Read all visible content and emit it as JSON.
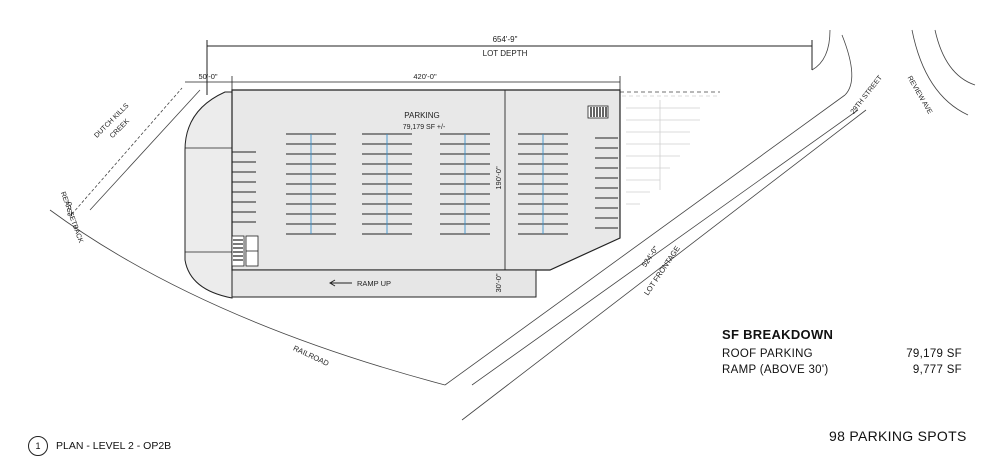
{
  "dimensions": {
    "lot_depth_value": "654'-9\"",
    "lot_depth_label": "LOT DEPTH",
    "left_setback": "50'-0\"",
    "building_length": "420'-0\"",
    "building_depth": "190'-0\"",
    "ramp_depth": "30'-0\"",
    "rear_setback_value": "25'-0\"",
    "rear_setback_label": "REAR SETBACK",
    "lot_frontage_value": "524'-0\"",
    "lot_frontage_label": "LOT FRONTAGE"
  },
  "labels": {
    "parking": "PARKING",
    "parking_area": "79,179 SF +/-",
    "ramp_up": "RAMP UP",
    "creek_line1": "DUTCH KILLS",
    "creek_line2": "CREEK",
    "railroad": "RAILROAD",
    "street": "29TH STREET",
    "avenue": "REVIEW AVE"
  },
  "sf_breakdown": {
    "title": "SF BREAKDOWN",
    "rows": [
      {
        "label": "ROOF PARKING",
        "value": "79,179 SF"
      },
      {
        "label": "RAMP (ABOVE 30')",
        "value": "9,777 SF"
      }
    ]
  },
  "parking_spots": "98 PARKING SPOTS",
  "plan_title": {
    "number": "1",
    "text": "PLAN - LEVEL 2 - OP2B"
  }
}
